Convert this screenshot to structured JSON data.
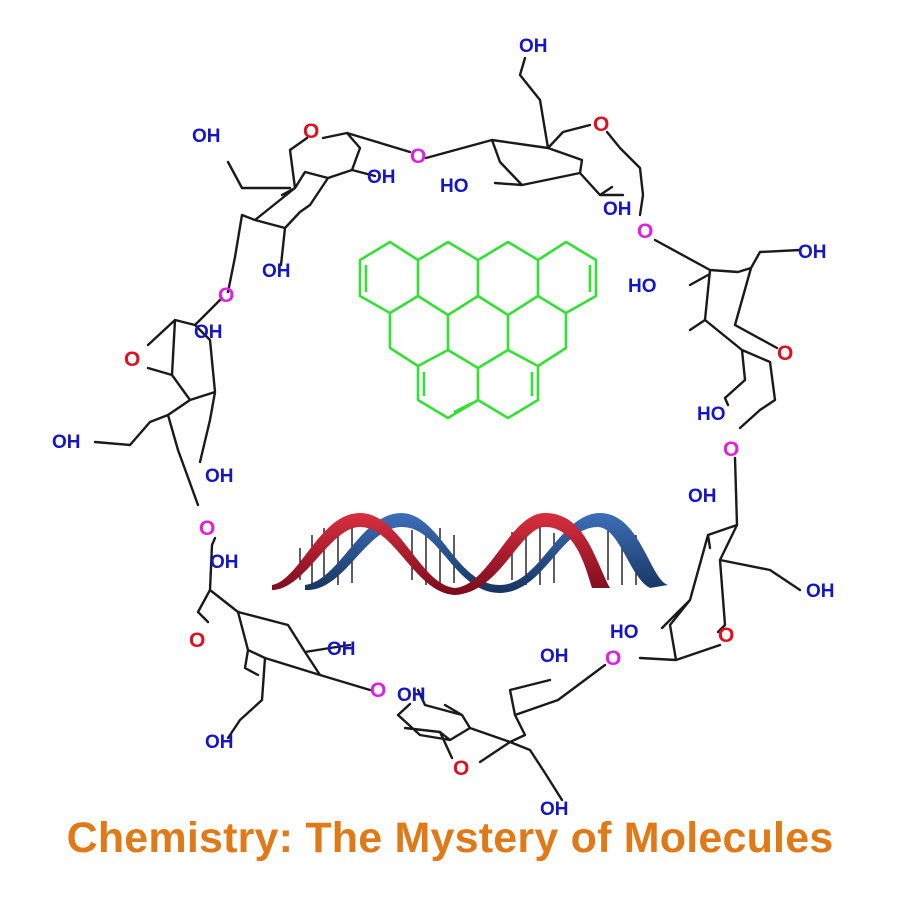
{
  "caption": "Chemistry: The Mystery of Molecules",
  "labels": {
    "hydroxyl": "OH",
    "hydroxyl_left": "HO",
    "ring_oxygen": "O",
    "glycosidic_oxygen": "O"
  },
  "colors": {
    "hydroxyl": "#1414c8",
    "ring_oxygen": "#e01020",
    "glycosidic_oxygen": "#e020e0",
    "pyrene": "#33e033",
    "dna_strand_a": "#b0102a",
    "dna_strand_b": "#1f4a8e",
    "caption": "#e07a18"
  }
}
